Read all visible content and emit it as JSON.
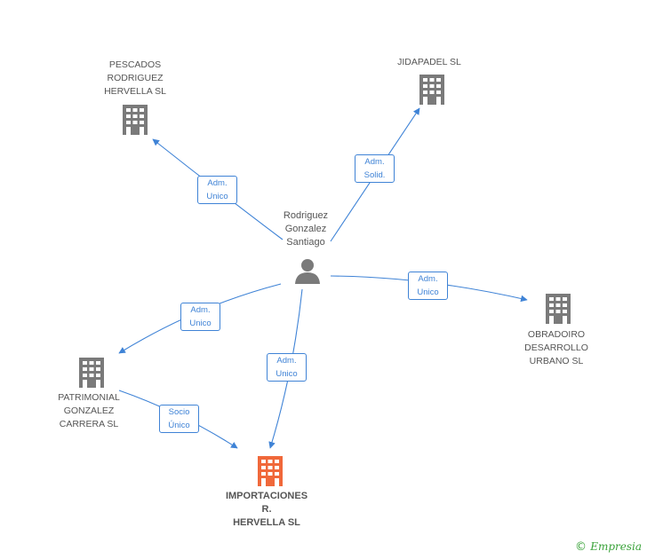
{
  "nodes": {
    "pescados": {
      "label": [
        "PESCADOS",
        "RODRIGUEZ",
        "HERVELLA SL"
      ]
    },
    "jidapadel": {
      "label": [
        "JIDAPADEL SL"
      ]
    },
    "person": {
      "label": [
        "Rodriguez",
        "Gonzalez",
        "Santiago"
      ]
    },
    "obradoiro": {
      "label": [
        "OBRADOIRO",
        "DESARROLLO",
        "URBANO SL"
      ]
    },
    "patrimonial": {
      "label": [
        "PATRIMONIAL",
        "GONZALEZ",
        "CARRERA  SL"
      ]
    },
    "importaciones": {
      "label": [
        "IMPORTACIONES",
        "R.",
        "HERVELLA SL"
      ]
    }
  },
  "edges": [
    {
      "id": "e1",
      "label": [
        "Adm.",
        "Unico"
      ]
    },
    {
      "id": "e2",
      "label": [
        "Adm.",
        "Solid."
      ]
    },
    {
      "id": "e3",
      "label": [
        "Adm.",
        "Unico"
      ]
    },
    {
      "id": "e4",
      "label": [
        "Adm.",
        "Unico"
      ]
    },
    {
      "id": "e5",
      "label": [
        "Adm.",
        "Unico"
      ]
    },
    {
      "id": "e6",
      "label": [
        "Socio",
        "Único"
      ]
    }
  ],
  "colors": {
    "company": "#7a7a7a",
    "main_company": "#f0683a",
    "person": "#7a7a7a",
    "edge": "#3f83d6"
  },
  "footer": {
    "copyright_symbol": "©",
    "brand": "Empresia"
  }
}
